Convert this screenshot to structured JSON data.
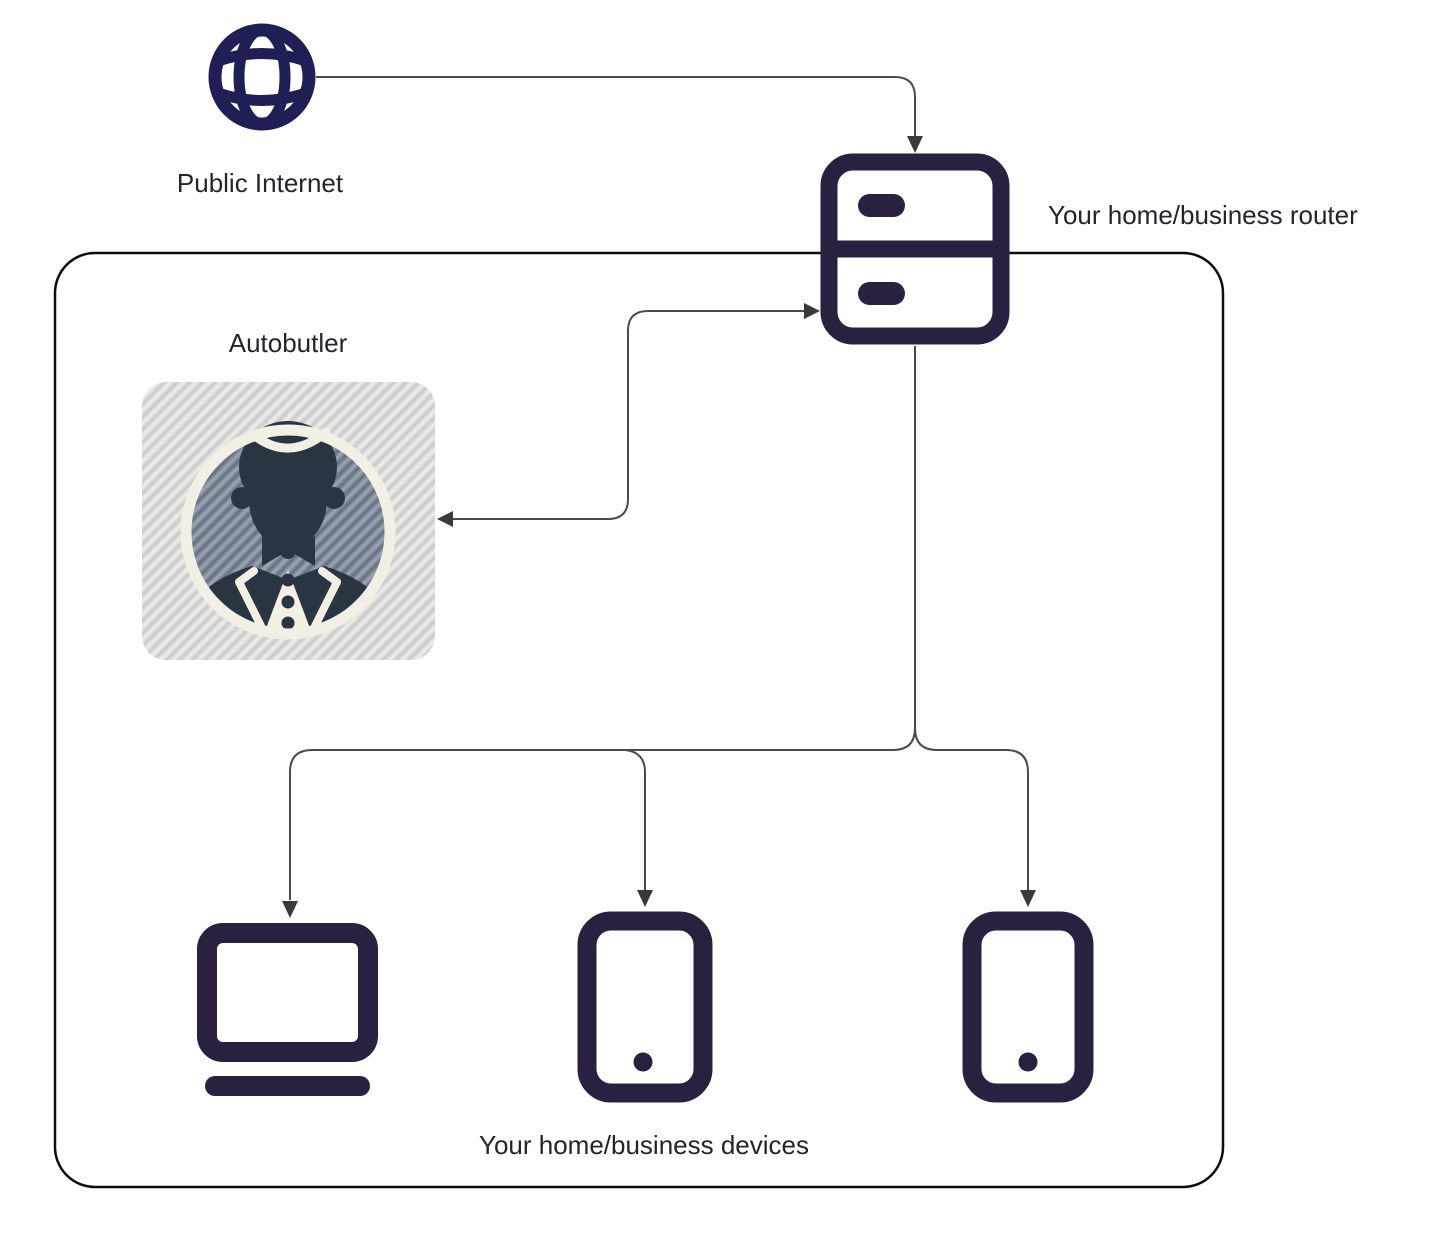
{
  "diagram": {
    "nodes": {
      "internet": {
        "label": "Public Internet",
        "icon": "globe-icon"
      },
      "router": {
        "label": "Your home/business router",
        "icon": "router-icon"
      },
      "autobutler": {
        "label": "Autobutler",
        "icon": "butler-avatar"
      },
      "devices": {
        "label": "Your home/business devices",
        "icons": [
          "laptop-icon",
          "tablet-icon",
          "tablet-icon"
        ]
      }
    },
    "connections": [
      {
        "from": "internet",
        "to": "router",
        "arrow": "into-router"
      },
      {
        "from": "router",
        "to": "autobutler",
        "arrow": "both-ends"
      },
      {
        "from": "router",
        "to": "laptop",
        "arrow": "into-device"
      },
      {
        "from": "router",
        "to": "tablet-1",
        "arrow": "into-device"
      },
      {
        "from": "router",
        "to": "tablet-2",
        "arrow": "into-device"
      }
    ],
    "boundary": {
      "meaning": "local network perimeter",
      "shape": "rounded-rectangle"
    },
    "colors": {
      "globe_navy": "#1f1f55",
      "device_dark": "#2a2040",
      "connector_line": "#4b4b4b",
      "arrowhead": "#3a3a3a",
      "boundary_border": "#0d0d0d",
      "label_text": "#21262b",
      "avatar_card_bg": "#dbdad8",
      "avatar_circle": "#7d8797",
      "avatar_silhouette": "#2b3542",
      "avatar_cream": "#f2efe5"
    }
  }
}
